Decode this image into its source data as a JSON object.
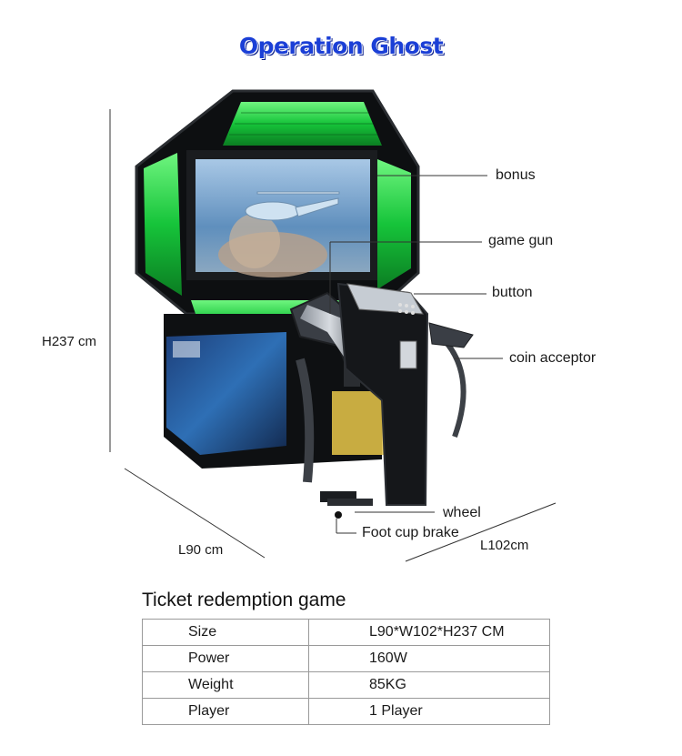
{
  "title": "Operation Ghost",
  "callouts": {
    "bonus": "bonus",
    "game_gun": "game gun",
    "button": "button",
    "coin_acceptor": "coin acceptor",
    "wheel": "wheel",
    "foot_cup_brake": "Foot cup brake"
  },
  "dimensions": {
    "height": "H237 cm",
    "length_left": "L90 cm",
    "length_right": "L102cm"
  },
  "spec_title": "Ticket redemption game",
  "specs": [
    {
      "key": "Size",
      "value": "L90*W102*H237 CM"
    },
    {
      "key": "Power",
      "value": "160W"
    },
    {
      "key": "Weight",
      "value": "85KG"
    },
    {
      "key": "Player",
      "value": "1 Player"
    }
  ],
  "colors": {
    "title_blue": "#1b3fd6",
    "neon_green": "#22d84a",
    "cabinet_black": "#121416",
    "screen_sky": "#6f9fc8"
  }
}
